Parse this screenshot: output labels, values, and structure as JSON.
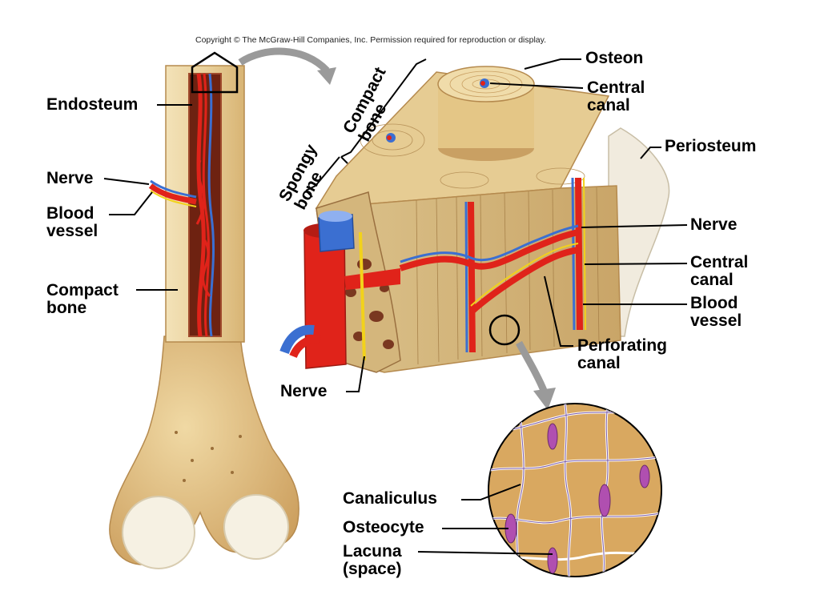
{
  "copyright": "Copyright © The McGraw-Hill Companies, Inc. Permission required for reproduction or display.",
  "labels": {
    "endosteum": "Endosteum",
    "nerve_left": "Nerve",
    "blood_vessel_left": "Blood\nvessel",
    "compact_bone_left": "Compact\nbone",
    "spongy_bone": "Spongy\nbone",
    "compact_bone_bracket": "Compact\nbone",
    "osteon": "Osteon",
    "central_canal_top": "Central\ncanal",
    "periosteum": "Periosteum",
    "nerve_right": "Nerve",
    "central_canal_right": "Central\ncanal",
    "blood_vessel_right": "Blood\nvessel",
    "perforating_canal": "Perforating\ncanal",
    "nerve_bottom": "Nerve",
    "canaliculus": "Canaliculus",
    "osteocyte": "Osteocyte",
    "lacuna": "Lacuna\n(space)"
  },
  "colors": {
    "bone": "#e8cf97",
    "bone_dark": "#c9a063",
    "artery": "#e0231a",
    "vein": "#3b6fd1",
    "nerve": "#f2d21b",
    "marrow": "#8a2c16",
    "cell": "#b04fb0"
  }
}
